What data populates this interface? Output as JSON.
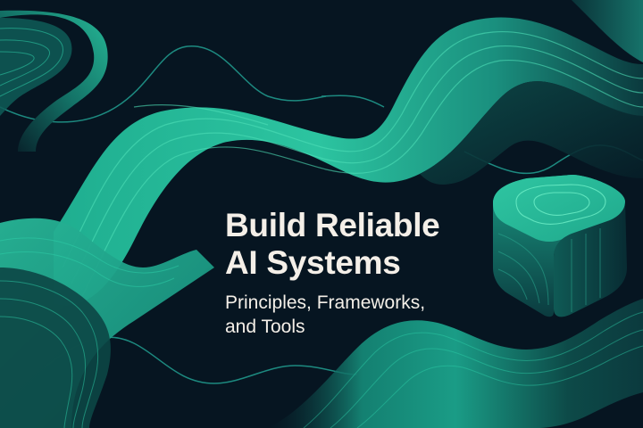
{
  "banner": {
    "title_lines": [
      "Build Reliable",
      "AI Systems"
    ],
    "subtitle_lines": [
      "Principles, Frameworks,",
      "and Tools"
    ]
  },
  "graphics": {
    "background": "wave-ribbons",
    "emblem": "rounded-cube-icon"
  },
  "colors": {
    "background": "#061521",
    "ribbon_light": "#2fc6a2",
    "ribbon_mid": "#1a9c86",
    "ribbon_dark": "#0b3a3e",
    "thin_line": "#1d8a80",
    "text": "#f4efe8"
  }
}
